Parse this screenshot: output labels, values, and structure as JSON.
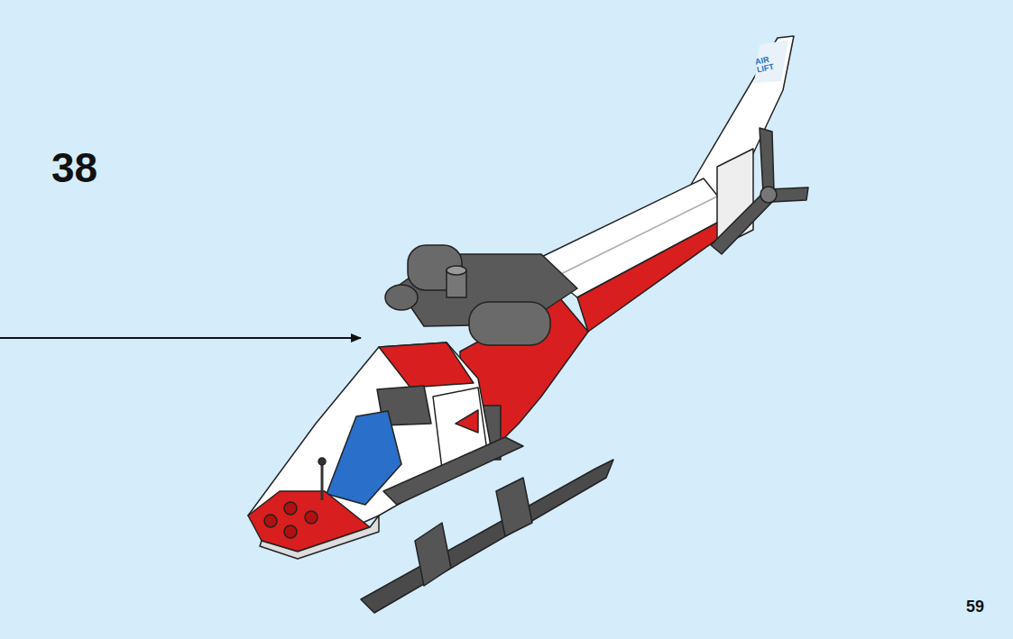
{
  "diagram": {
    "labels": [
      "38",
      "59",
      "AIR LIFT"
    ]
  }
}
